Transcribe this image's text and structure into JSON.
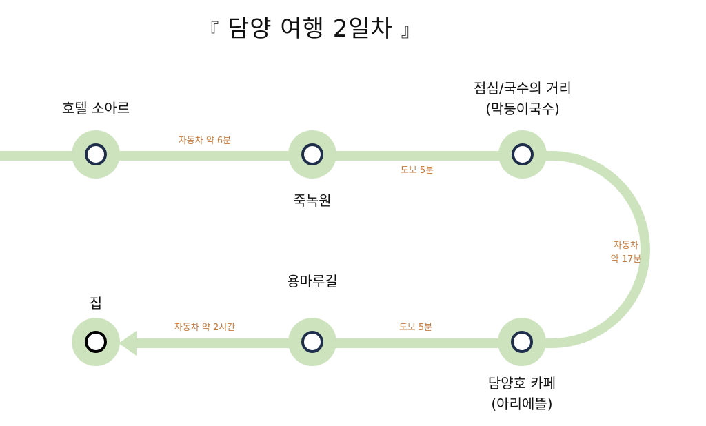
{
  "title": {
    "open_bracket": "『",
    "text": "담양 여행 2일차",
    "close_bracket": "』"
  },
  "stops": [
    {
      "id": "hotel",
      "lines": [
        "호텔 소아르"
      ]
    },
    {
      "id": "juknokwon",
      "lines": [
        "죽녹원"
      ]
    },
    {
      "id": "lunch",
      "lines": [
        "점심/국수의 거리",
        "(막둥이국수)"
      ]
    },
    {
      "id": "cafe",
      "lines": [
        "담양호 카페",
        "(아리에뜰)"
      ]
    },
    {
      "id": "yongmarugil",
      "lines": [
        "용마루길"
      ]
    },
    {
      "id": "home",
      "lines": [
        "집"
      ]
    }
  ],
  "segments": [
    {
      "id": "hotel-to-juknokwon",
      "lines": [
        "자동차 약 6분"
      ]
    },
    {
      "id": "juknokwon-to-lunch",
      "lines": [
        "도보 5분"
      ]
    },
    {
      "id": "lunch-to-cafe",
      "lines": [
        "자동차",
        "약 17분"
      ]
    },
    {
      "id": "cafe-to-yongmarugil",
      "lines": [
        "도보 5분"
      ]
    },
    {
      "id": "yongmarugil-to-home",
      "lines": [
        "자동차 약 2시간"
      ]
    }
  ],
  "colors": {
    "route": "#cde3bd",
    "node_ring": "#1f2e4a",
    "home_ring": "#000000",
    "segment_label": "#c5793a"
  }
}
